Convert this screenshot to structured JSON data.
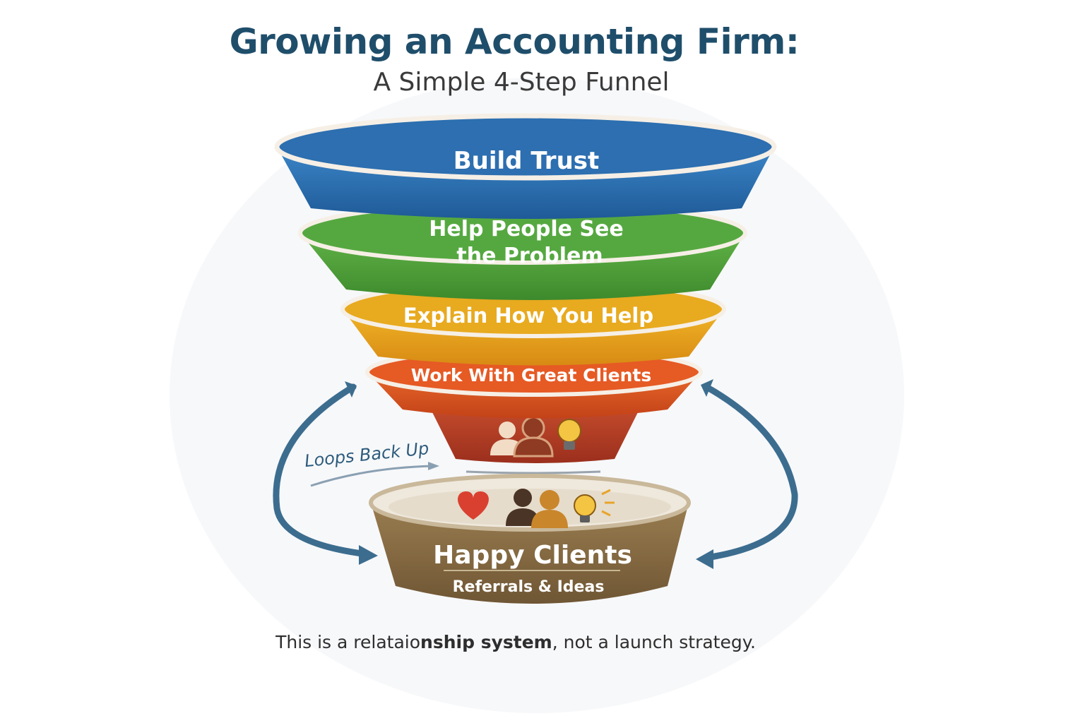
{
  "header": {
    "title": "Growing an Accounting Firm:",
    "subtitle": "A Simple 4-Step Funnel"
  },
  "funnel": {
    "stages": [
      {
        "label_line1": "Build Trust",
        "label_line2": "",
        "color": "#2f74b5"
      },
      {
        "label_line1": "Help People See",
        "label_line2": "the Problem",
        "color": "#4f9f3a"
      },
      {
        "label_line1": "Explain How You Help",
        "label_line2": "",
        "color": "#e0a31c"
      },
      {
        "label_line1": "Work With Great Clients",
        "label_line2": "",
        "color": "#d9531e"
      }
    ],
    "spout_color": "#b8432a",
    "spout_icons": [
      "person-icon",
      "person-icon",
      "lightbulb-icon"
    ]
  },
  "loop": {
    "label": "Loops Back Up",
    "arrow_color": "#3c6d8f"
  },
  "bowl": {
    "title": "Happy Clients",
    "subtitle": "Referrals & Ideas",
    "color": "#8a6e45",
    "icons": [
      "heart-icon",
      "person-icon",
      "person-icon",
      "lightbulb-icon"
    ]
  },
  "footer": {
    "caption_start": "This is a relataio",
    "caption_bold": "nship system",
    "caption_end": ", not a launch strategy."
  }
}
